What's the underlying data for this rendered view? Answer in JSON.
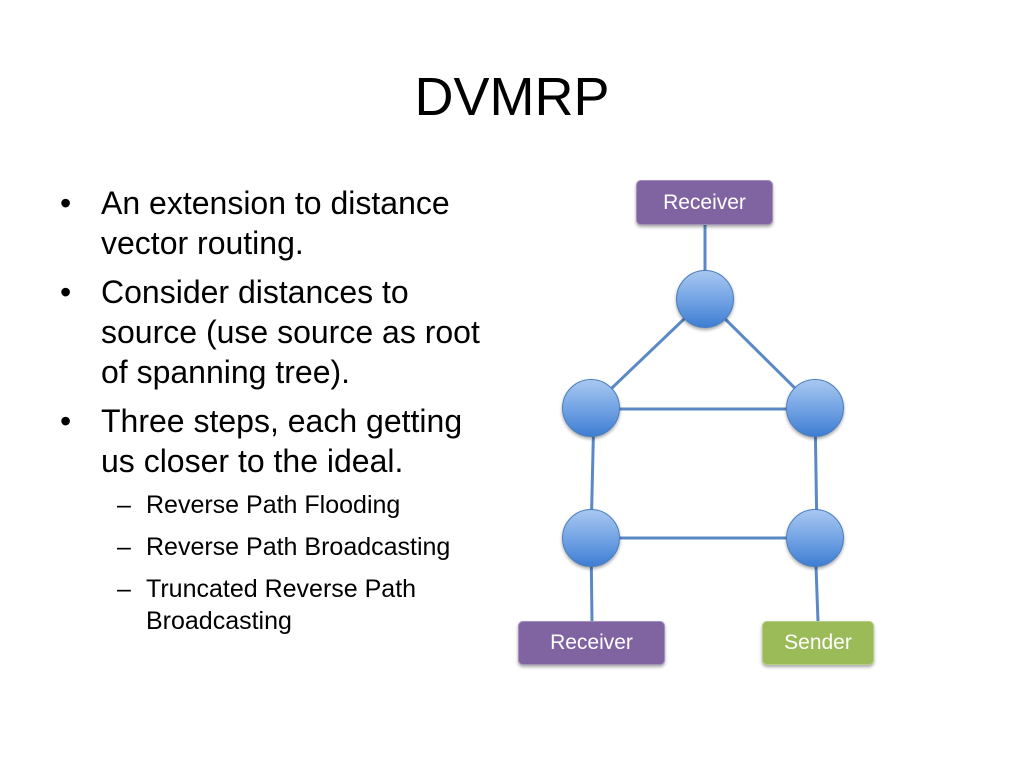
{
  "slide": {
    "title": "DVMRP",
    "bullets": [
      {
        "text": "An extension to distance vector routing."
      },
      {
        "text": "Consider distances to source (use source as root of spanning tree)."
      },
      {
        "text": "Three steps, each getting us closer to the ideal.",
        "sub_bullets": [
          "Reverse Path Flooding",
          "Reverse Path Broadcasting",
          "Truncated Reverse Path Broadcasting"
        ]
      }
    ]
  },
  "markers": {
    "bullet": "•",
    "sub_bullet": "–"
  },
  "diagram": {
    "labels": {
      "receiver_top": "Receiver",
      "receiver_bottom": "Receiver",
      "sender": "Sender"
    },
    "colors": {
      "receiver": "#8064A2",
      "sender": "#9BBB59",
      "router_light": "#A8C7F0",
      "router_dark": "#3F7ED3",
      "link": "#5A89C6"
    }
  }
}
